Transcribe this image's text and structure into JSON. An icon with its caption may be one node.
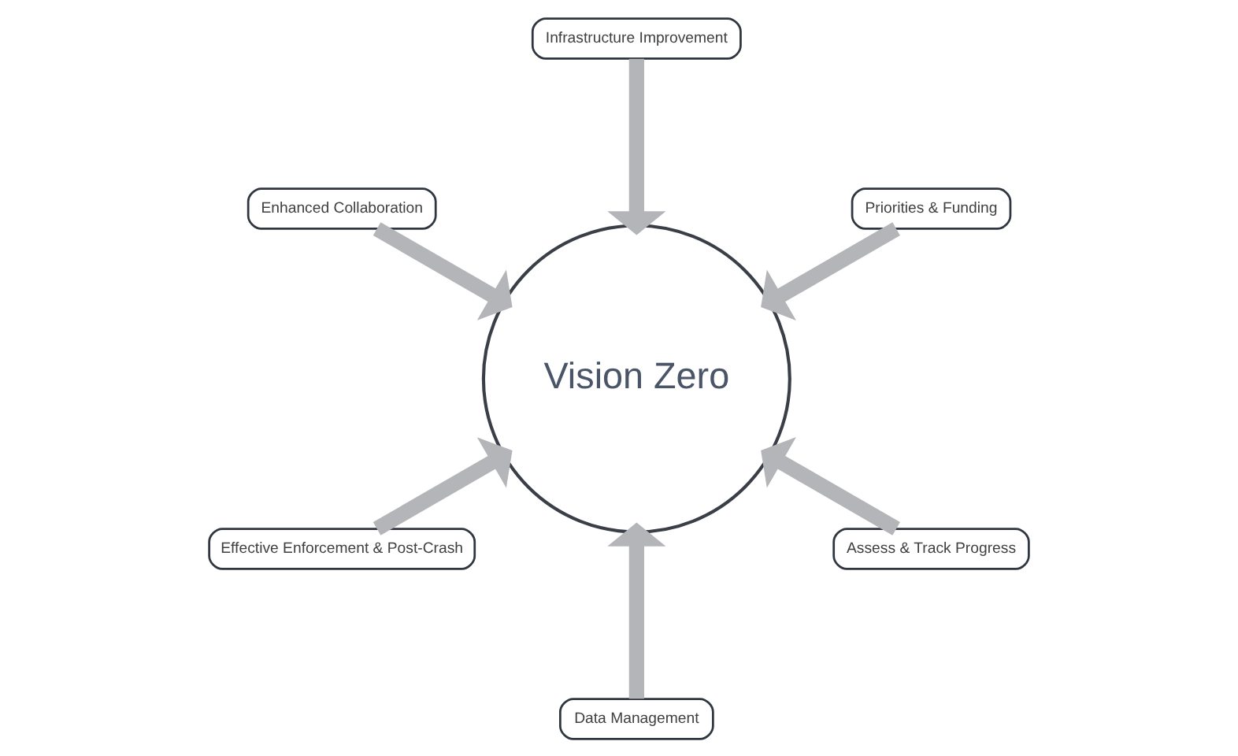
{
  "diagram": {
    "nodes": [
      {
        "text": [
          "Priorities & Funding"
        ]
      },
      {
        "text": [
          "Infrastructure Improvement"
        ]
      },
      {
        "text": [
          "Enhanced Collaboration"
        ]
      },
      {
        "text": [
          "Effective Enforcement & Post-Crash"
        ]
      },
      {
        "text": [
          "Data Management"
        ]
      },
      {
        "text": [
          "Vision Zero"
        ]
      },
      {
        "text": [
          "Assess & Track Progress"
        ]
      }
    ],
    "edges": [
      {
        "from": 4,
        "to": 5,
        "arrow": "to"
      },
      {
        "from": 2,
        "to": 5,
        "arrow": "to"
      },
      {
        "from": 0,
        "to": 5,
        "arrow": "to"
      },
      {
        "from": 1,
        "to": 5,
        "arrow": "to"
      },
      {
        "from": 3,
        "to": 5,
        "arrow": "to"
      },
      {
        "from": 6,
        "to": 5,
        "arrow": "to"
      }
    ]
  }
}
